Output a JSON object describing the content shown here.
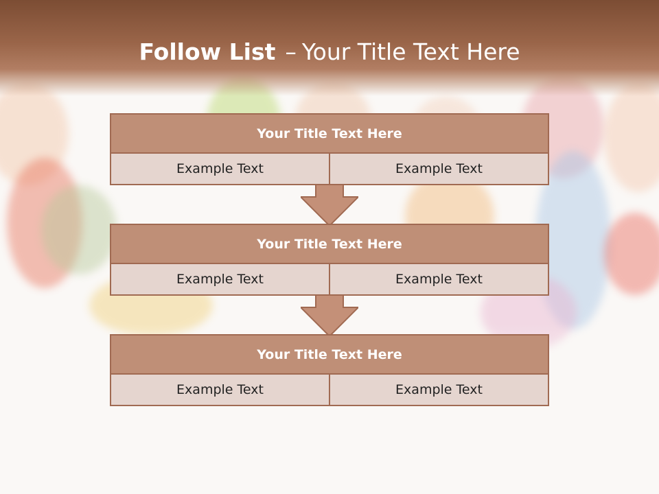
{
  "slide": {
    "title_bold": "Follow List",
    "title_dash": "–",
    "title_rest": "Your Title Text Here"
  },
  "blocks": [
    {
      "header": "Your Title Text Here",
      "cells": [
        "Example Text",
        "Example Text"
      ]
    },
    {
      "header": "Your Title Text Here",
      "cells": [
        "Example Text",
        "Example Text"
      ]
    },
    {
      "header": "Your Title Text Here",
      "cells": [
        "Example Text",
        "Example Text"
      ]
    }
  ],
  "colors": {
    "title_band": "#8f5d43",
    "block_header": "#bf8f77",
    "block_cell": "#e5d5cf",
    "block_border": "#a06a52",
    "arrow": "#c49078"
  }
}
